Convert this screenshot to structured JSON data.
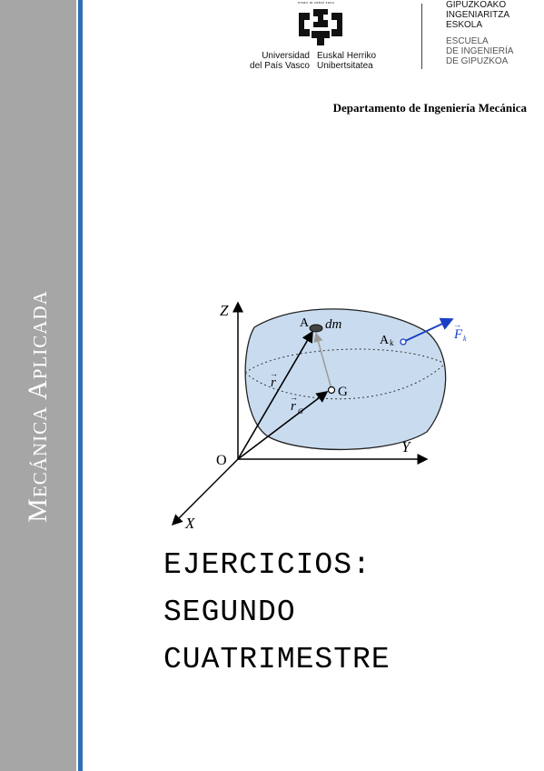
{
  "sidebar": {
    "title": "Mecánica Aplicada",
    "band_color": "#a6a6a6",
    "line_color": "#2e6fb4"
  },
  "header": {
    "tagline": "eman ta zabal zazu",
    "university_es": [
      "Universidad",
      "del País Vasco"
    ],
    "university_eu": [
      "Euskal Herriko",
      "Unibertsitatea"
    ],
    "school_eu": [
      "GIPUZKOAKO",
      "INGENIARITZA",
      "ESKOLA"
    ],
    "school_es": [
      "ESCUELA",
      "DE INGENIERÍA",
      "DE GIPUZKOA"
    ]
  },
  "department": "Departamento de Ingeniería Mecánica",
  "figure": {
    "axis_z": "Z",
    "axis_y": "Y",
    "axis_x": "X",
    "origin": "O",
    "point_a": "A",
    "mass_element": "dm",
    "point_ak": "A",
    "point_ak_sub": "k",
    "center_g": "G",
    "vector_r": "r",
    "vector_rg": "r",
    "vector_rg_sub": "G",
    "force": "F",
    "force_sub": "k",
    "accent_color": "#1a3fc4",
    "body_fill": "#c9dcef"
  },
  "title": {
    "lines": [
      "EJERCICIOS:",
      "SEGUNDO",
      "CUATRIMESTRE"
    ]
  }
}
